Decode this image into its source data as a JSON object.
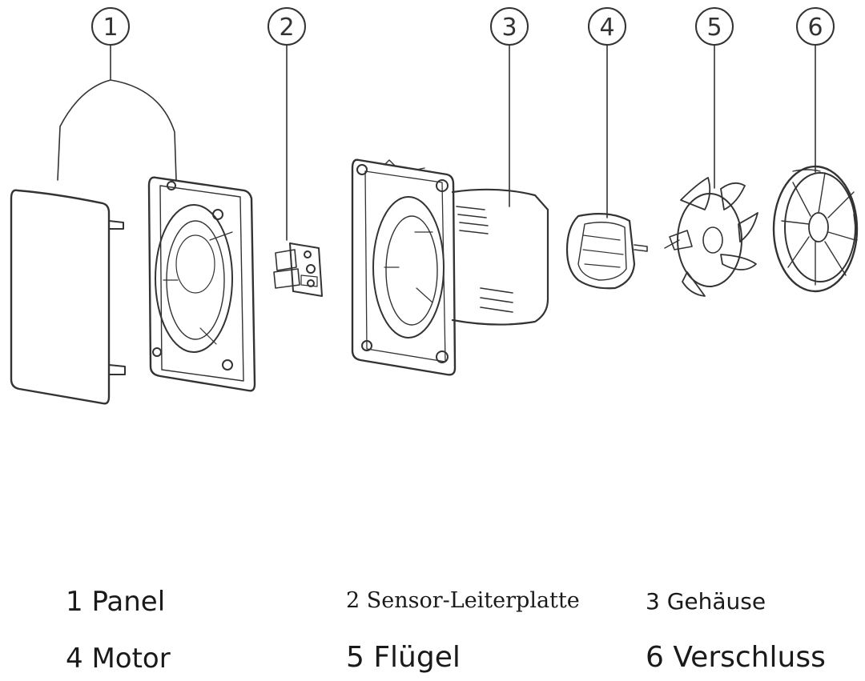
{
  "callouts": [
    "1",
    "2",
    "3",
    "4",
    "5",
    "6"
  ],
  "legend": [
    {
      "text": "1 Panel"
    },
    {
      "text": "2 Sensor-Leiterplatte"
    },
    {
      "text": "3 Gehäuse"
    },
    {
      "text": "4 Motor"
    },
    {
      "text": "5 Flügel"
    },
    {
      "text": "6 Verschluss"
    }
  ],
  "colors": {
    "line": "#333333",
    "background": "#ffffff"
  }
}
